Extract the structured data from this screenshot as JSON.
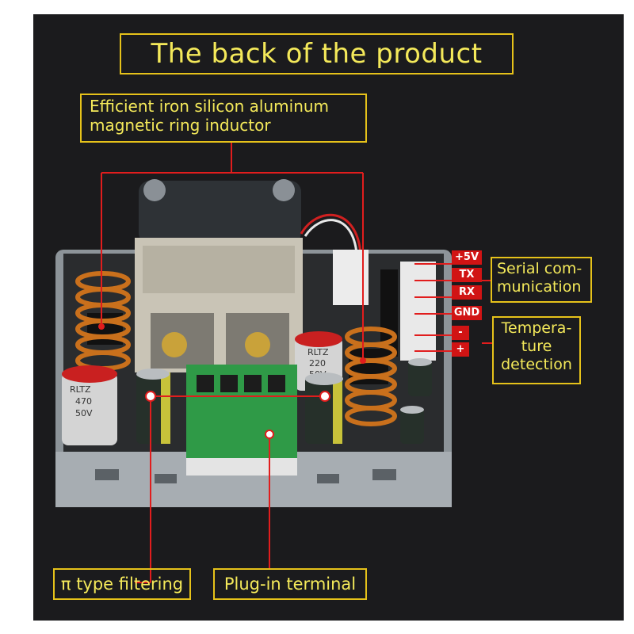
{
  "title": "The back of the product",
  "callouts": {
    "inductor": [
      "Efficient iron silicon aluminum",
      "magnetic ring inductor"
    ],
    "serial": [
      "Serial com-",
      "munication"
    ],
    "temperature": [
      "Tempera-",
      "ture",
      "detection"
    ],
    "pi_filter": "π type filtering",
    "plug_terminal": "Plug-in terminal"
  },
  "pins": [
    "+5V",
    "TX",
    "RX",
    "GND",
    "-",
    "+"
  ],
  "components": {
    "cap_left": [
      "RLTZ",
      "470",
      "50V"
    ],
    "cap_right": [
      "RLTZ",
      "220",
      "50V"
    ]
  },
  "colors": {
    "callout_border": "#e6c21a",
    "callout_text": "#f4e95a",
    "pointer_line": "#e11d1d",
    "background": "#1b1b1d"
  }
}
